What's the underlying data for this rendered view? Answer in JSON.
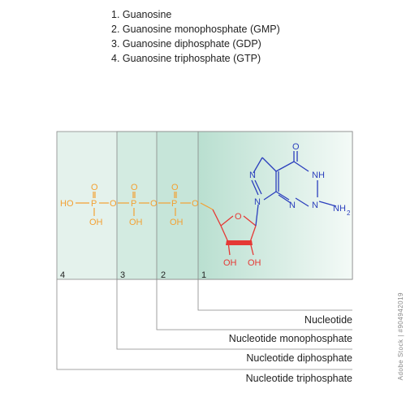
{
  "legend": [
    "1. Guanosine",
    "2. Guanosine monophosphate (GMP)",
    "3. Guanosine diphosphate (GDP)",
    "4. Guanosine triphosphate (GTP)"
  ],
  "region_numbers": [
    "4",
    "3",
    "2",
    "1"
  ],
  "labels": {
    "nucleotide": "Nucleotide",
    "nucleotide_monophosphate": "Nucleotide monophosphate",
    "nucleotide_diphosphate": "Nucleotide diphosphate",
    "nucleotide_triphosphate": "Nucleotide triphosphate"
  },
  "molecule": {
    "phosphate_atoms": {
      "O": "O",
      "P": "P",
      "HO": "HO",
      "OH": "OH"
    },
    "ribose_atoms": {
      "O": "O",
      "OH": "OH"
    },
    "base_atoms": {
      "N": "N",
      "NH": "NH",
      "O": "O",
      "NH2": "NH",
      "sub2": "2"
    }
  },
  "stock_id": "Adobe Stock | #904942019",
  "colors": {
    "phosphate": "#f3a133",
    "ribose": "#e53935",
    "base": "#2b3fbd",
    "region_fill": "#d7ede5",
    "region_border": "#777777"
  }
}
